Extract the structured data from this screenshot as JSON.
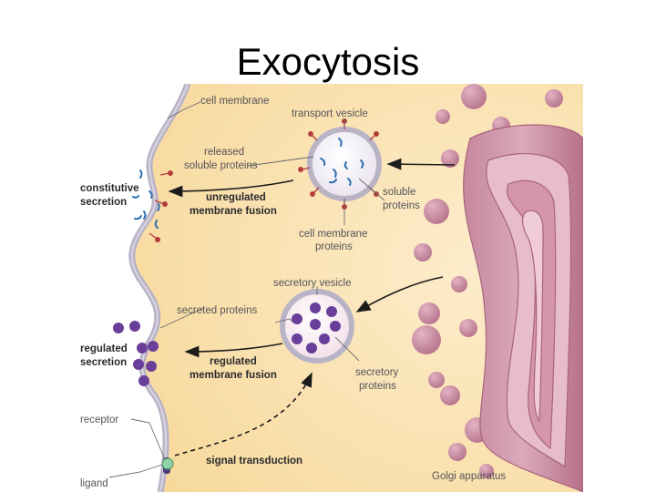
{
  "title": "Exocytosis",
  "labels": {
    "cell_membrane": "cell membrane",
    "transport_vesicle": "transport vesicle",
    "released_soluble_proteins": [
      "released",
      "soluble proteins"
    ],
    "constitutive_secretion": [
      "constitutive",
      "secretion"
    ],
    "unregulated_membrane_fusion": [
      "unregulated",
      "membrane fusion"
    ],
    "soluble_proteins": [
      "soluble",
      "proteins"
    ],
    "cell_membrane_proteins": [
      "cell membrane",
      "proteins"
    ],
    "secretory_vesicle": "secretory vesicle",
    "secreted_proteins": "secreted proteins",
    "regulated_secretion": [
      "regulated",
      "secretion"
    ],
    "regulated_membrane_fusion": [
      "regulated",
      "membrane fusion"
    ],
    "secretory_proteins": [
      "secretory",
      "proteins"
    ],
    "receptor": "receptor",
    "signal_transduction": "signal transduction",
    "ligand": "ligand",
    "golgi_apparatus": "Golgi apparatus"
  },
  "colors": {
    "cytoplasm": "#fbe6bf",
    "membrane": "#b9b3c6",
    "golgi": "#c98ca2",
    "soluble_protein": "#2e6fb0",
    "secretory_protein": "#6a3f9a",
    "membrane_protein": "#b43c3c",
    "ligand": "#8fd3a8"
  }
}
